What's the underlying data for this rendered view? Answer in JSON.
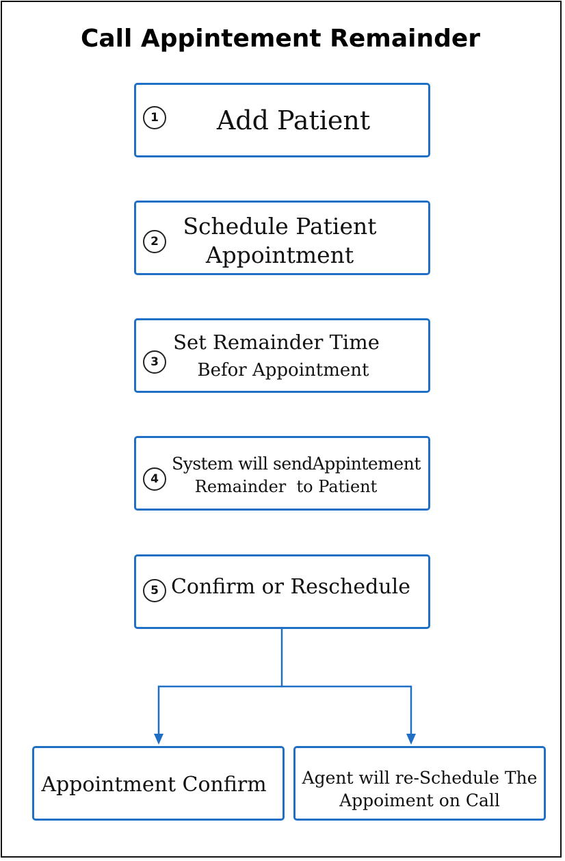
{
  "title": "Call Appintement Remainder",
  "steps": [
    {
      "number": "1",
      "lines": [
        "Add Patient"
      ]
    },
    {
      "number": "2",
      "lines": [
        "Schedule Patient",
        "Appointment"
      ]
    },
    {
      "number": "3",
      "lines": [
        "Set Remainder Time",
        "Befor Appointment"
      ]
    },
    {
      "number": "4",
      "lines": [
        "System will sendAppintement",
        "Remainder  to Patient"
      ]
    },
    {
      "number": "5",
      "lines": [
        "Confirm or Reschedule"
      ]
    }
  ],
  "outcomes": [
    {
      "lines": [
        "Appointment Confirm"
      ]
    },
    {
      "lines": [
        "Agent will re-Schedule The",
        "Appoiment on Call"
      ]
    }
  ],
  "colors": {
    "box_border": "#1f6fc4",
    "connector": "#1f6fc4",
    "frame": "#111111"
  }
}
